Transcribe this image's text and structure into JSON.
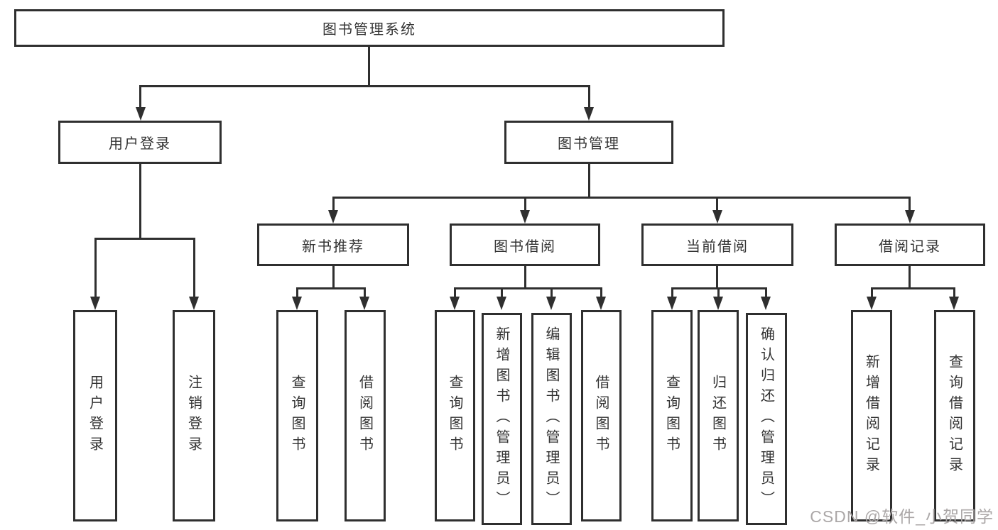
{
  "title": "图书管理系统",
  "diagram_type": "functional-structure-tree",
  "tree": {
    "label": "图书管理系统",
    "children": [
      {
        "label": "用户登录",
        "children": [
          {
            "label": "用户登录"
          },
          {
            "label": "注销登录"
          }
        ]
      },
      {
        "label": "图书管理",
        "children": [
          {
            "label": "新书推荐",
            "children": [
              {
                "label": "查询图书"
              },
              {
                "label": "借阅图书"
              }
            ]
          },
          {
            "label": "图书借阅",
            "children": [
              {
                "label": "查询图书"
              },
              {
                "label": "新增图书（管理员）"
              },
              {
                "label": "编辑图书（管理员）"
              },
              {
                "label": "借阅图书"
              }
            ]
          },
          {
            "label": "当前借阅",
            "children": [
              {
                "label": "查询图书"
              },
              {
                "label": "归还图书"
              },
              {
                "label": "确认归还（管理员）"
              }
            ]
          },
          {
            "label": "借阅记录",
            "children": [
              {
                "label": "新增借阅记录"
              },
              {
                "label": "查询借阅记录"
              }
            ]
          }
        ]
      }
    ]
  },
  "watermark": "CSDN @软件_小贺同学",
  "colors": {
    "line": "#2f2f2f",
    "box_border": "#2f2f2f",
    "text": "#333333",
    "watermark_text": "#aba7a7",
    "background": "#ffffff"
  }
}
